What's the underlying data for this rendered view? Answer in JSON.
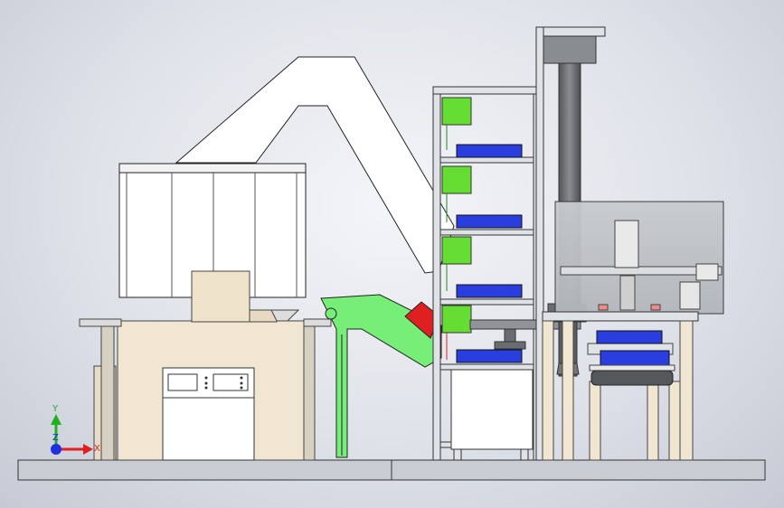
{
  "viewport": {
    "title": "",
    "background_colors": [
      "#f4f5f8",
      "#dfe2e9",
      "#c6cad4"
    ]
  },
  "triad": {
    "x_label": "X",
    "y_label": "Y",
    "z_label": "Z",
    "x_color": "#e02020",
    "y_color": "#20b020",
    "z_color": "#2030e0"
  },
  "colors": {
    "feeder_body": "#f0e6d2",
    "conveyor_green": "#77ee77",
    "tray_green": "#66dd33",
    "tray_blue": "#2a3ee0",
    "hopper_red": "#e02020",
    "frame_gray": "#a7acb4",
    "column_dark": "#6a6d70",
    "enclosure_glass": "#bfc2c6",
    "base_plate": "#c9ccd2"
  }
}
